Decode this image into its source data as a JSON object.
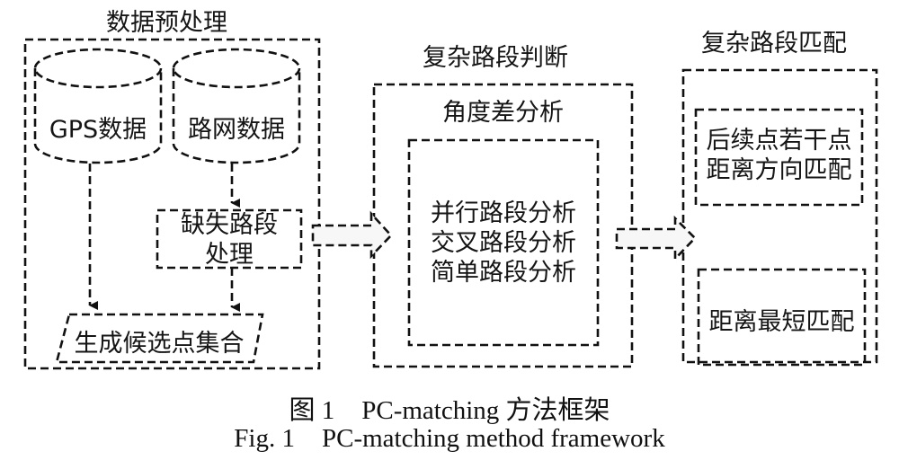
{
  "diagram": {
    "title": "PC-matching method framework",
    "colors": {
      "stroke": "#111111",
      "arrow_fill": "#f7f7f7",
      "background": "#ffffff"
    },
    "stage_preprocess": {
      "title": "数据预处理",
      "gps_db": "GPS数据",
      "road_db": "路网数据",
      "missing_segment": [
        "缺失路段",
        "处理"
      ],
      "candidate_set": "生成候选点集合"
    },
    "stage_judge": {
      "title": "复杂路段判断",
      "angle_title": "角度差分析",
      "analyses": [
        "并行路段分析",
        "交叉路段分析",
        "简单路段分析"
      ]
    },
    "stage_match": {
      "title": "复杂路段匹配",
      "subsequent": [
        "后续点若干点",
        "距离方向匹配"
      ],
      "shortest": "距离最短匹配"
    },
    "edges": [
      {
        "from": "GPS数据",
        "to": "生成候选点集合"
      },
      {
        "from": "路网数据",
        "to": "缺失路段处理"
      },
      {
        "from": "缺失路段处理",
        "to": "生成候选点集合"
      },
      {
        "from": "数据预处理",
        "to": "复杂路段判断"
      },
      {
        "from": "复杂路段判断",
        "to": "复杂路段匹配"
      }
    ]
  },
  "caption": {
    "cn_prefix": "图 1",
    "cn_text": "PC-matching 方法框架",
    "en_prefix": "Fig. 1",
    "en_text": "PC-matching method framework"
  }
}
